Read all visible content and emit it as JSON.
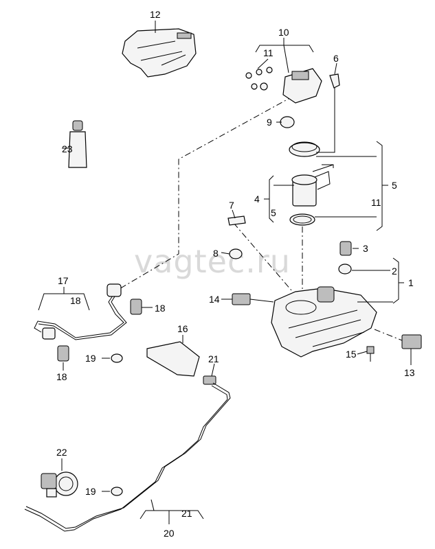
{
  "watermark": "vagtec.ru",
  "callouts": {
    "n1": "1",
    "n2": "2",
    "n3": "3",
    "n4": "4",
    "n5a": "5",
    "n5b": "5",
    "n6": "6",
    "n7": "7",
    "n8": "8",
    "n9": "9",
    "n10": "10",
    "n11a": "11",
    "n11b": "11",
    "n12": "12",
    "n13": "13",
    "n14": "14",
    "n15": "15",
    "n16": "16",
    "n17": "17",
    "n18a": "18",
    "n18b": "18",
    "n18c": "18",
    "n19a": "19",
    "n19b": "19",
    "n20": "20",
    "n21a": "21",
    "n21b": "21",
    "n22": "22",
    "n23": "23"
  }
}
